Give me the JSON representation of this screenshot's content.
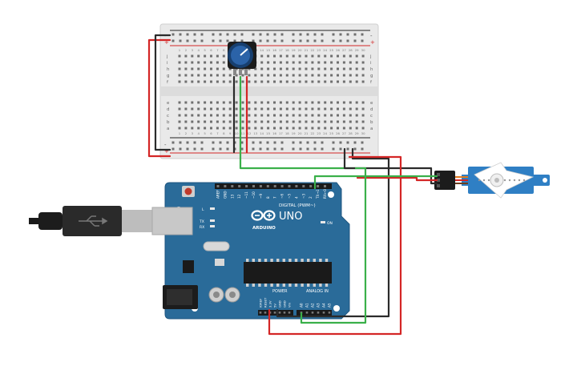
{
  "breadboard": {
    "top_row_letters": [
      "j",
      "i",
      "h",
      "g",
      "f"
    ],
    "bottom_row_letters": [
      "e",
      "d",
      "c",
      "b",
      "a"
    ],
    "rail_plus": "+",
    "rail_minus": "-",
    "column_numbers": [
      "1",
      "2",
      "3",
      "4",
      "5",
      "6",
      "7",
      "8",
      "9",
      "10",
      "11",
      "12",
      "13",
      "14",
      "15",
      "16",
      "17",
      "18",
      "19",
      "20",
      "21",
      "22",
      "23",
      "24",
      "25",
      "26",
      "27",
      "28",
      "29",
      "30"
    ]
  },
  "arduino": {
    "logo_text": "UNO",
    "brand_text": "ARDUINO",
    "digital_label": "DIGITAL (PWM~)",
    "digital_pins": [
      "AREF",
      "GND",
      "13",
      "12",
      "~11",
      "~10",
      "~9",
      "8",
      "7",
      "~6",
      "~5",
      "4",
      "~3",
      "2",
      "TX→1",
      "RX←0"
    ],
    "power_label": "POWER",
    "analog_label": "ANALOG IN",
    "power_pins": [
      "IOREF",
      "RESET",
      "3.3V",
      "5V",
      "GND",
      "GND",
      "Vin"
    ],
    "analog_pins": [
      "A0",
      "A1",
      "A2",
      "A3",
      "A4",
      "A5"
    ],
    "led_labels": [
      "L",
      "TX",
      "RX"
    ],
    "on_label": "ON"
  },
  "colors": {
    "board_blue": "#2a6b99",
    "wire_red": "#d42626",
    "wire_black": "#2b2b2b",
    "wire_green": "#3ab04a",
    "pot_knob": "#1f4e8c",
    "servo_body": "#2f7fc4"
  }
}
